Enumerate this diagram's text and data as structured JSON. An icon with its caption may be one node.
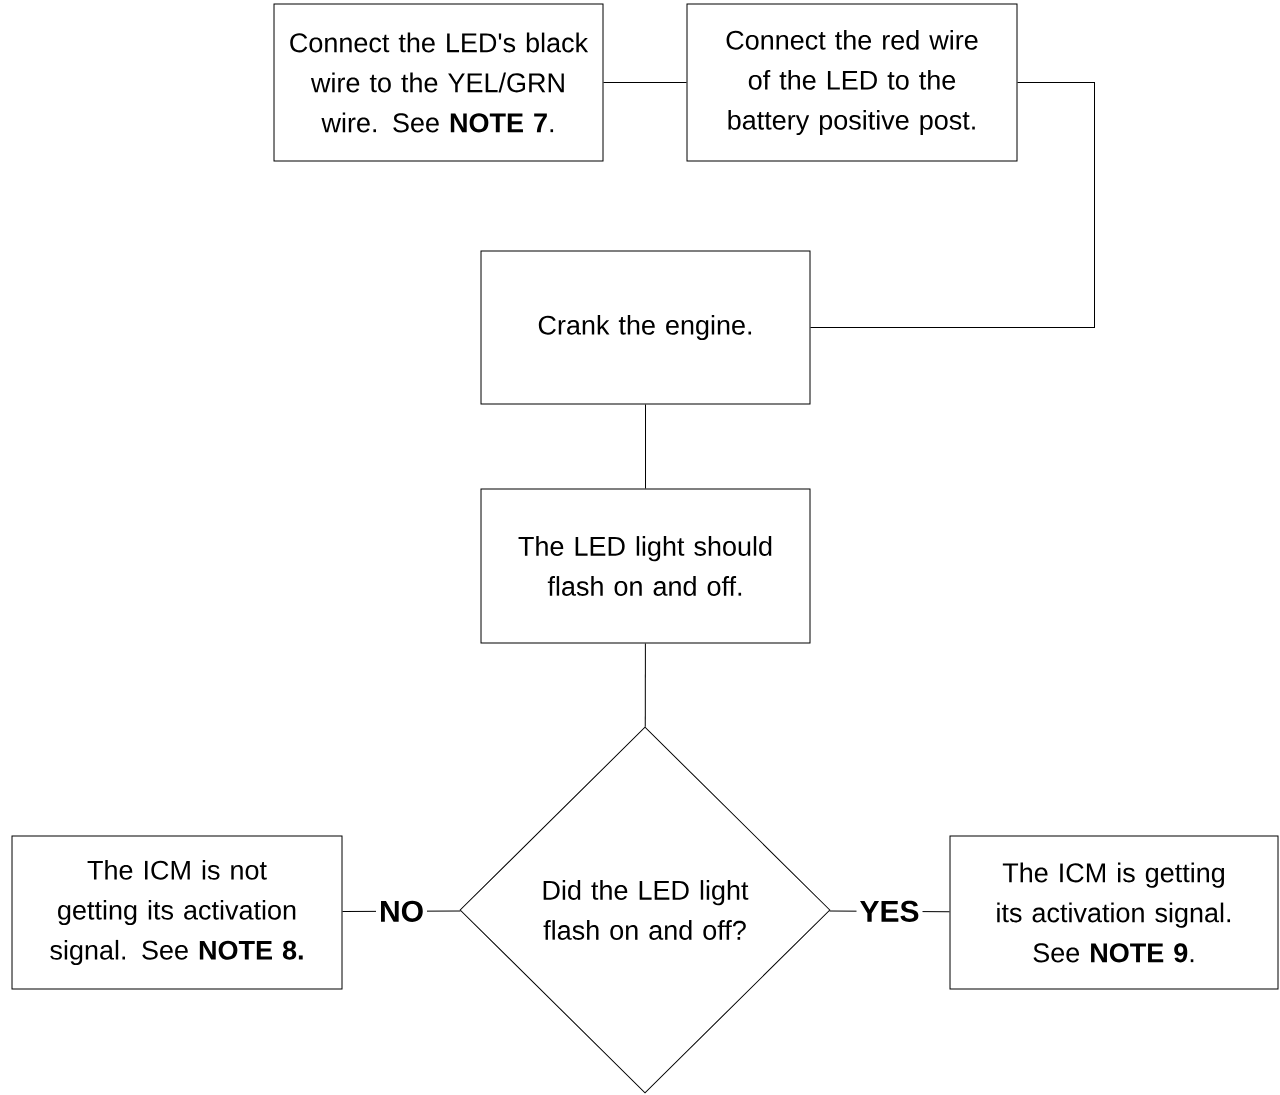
{
  "diagram": {
    "nodes": [
      {
        "text": [
          "Connect the LED's black wire to the YEL/GRN wire. See **NOTE 7**."
        ]
      },
      {
        "text": [
          "Connect the red wire of the LED to the battery positive post."
        ]
      },
      {
        "text": [
          "Crank the engine."
        ]
      },
      {
        "text": [
          "The LED light should flash on and off."
        ]
      },
      {
        "text": [
          "Did the LED light flash on and off?"
        ]
      },
      {
        "text": [
          "The ICM is not getting its activation signal. See **NOTE 8.**"
        ]
      },
      {
        "text": [
          "The ICM is getting its activation signal. See **NOTE 9**."
        ]
      }
    ],
    "edges": [
      {
        "from": 0,
        "to": 1,
        "arrow": "none"
      },
      {
        "from": 1,
        "to": 2,
        "arrow": "none"
      },
      {
        "from": 2,
        "to": 3,
        "arrow": "none"
      },
      {
        "from": 3,
        "to": 4,
        "arrow": "none"
      },
      {
        "from": 4,
        "to": 5,
        "arrow": "none",
        "label": "NO"
      },
      {
        "from": 4,
        "to": 6,
        "arrow": "none",
        "label": "YES"
      }
    ]
  }
}
